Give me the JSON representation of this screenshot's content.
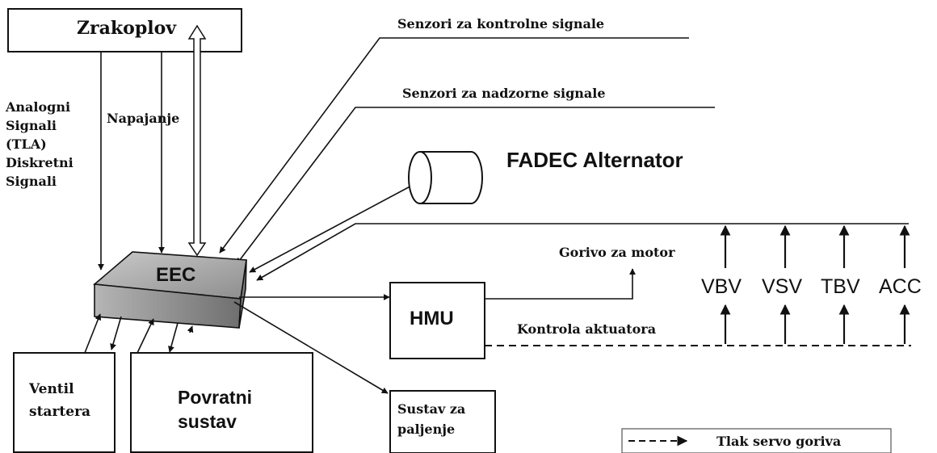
{
  "boxes": {
    "aircraft": "Zrakoplov",
    "eec": "EEC",
    "hmu": "HMU",
    "starter_valve_line1": "Ventil",
    "starter_valve_line2": "startera",
    "feedback_line1": "Povratni",
    "feedback_line2": "sustav",
    "ignition_line1": "Sustav za",
    "ignition_line2": "paljenje"
  },
  "labels": {
    "control_sensors": "Senzori za kontrolne signale",
    "monitor_sensors": "Senzori za nadzorne signale",
    "alternator": "FADEC Alternator",
    "analog_lines": [
      "Analogni",
      "Signali",
      "(TLA)",
      "Diskretni",
      "Signali"
    ],
    "power": "Napajanje",
    "engine_fuel": "Gorivo za motor",
    "actuator_control": "Kontrola aktuatora"
  },
  "actuators": [
    "VBV",
    "VSV",
    "TBV",
    "ACC"
  ],
  "legend": {
    "servo_pressure": "Tlak servo goriva"
  }
}
